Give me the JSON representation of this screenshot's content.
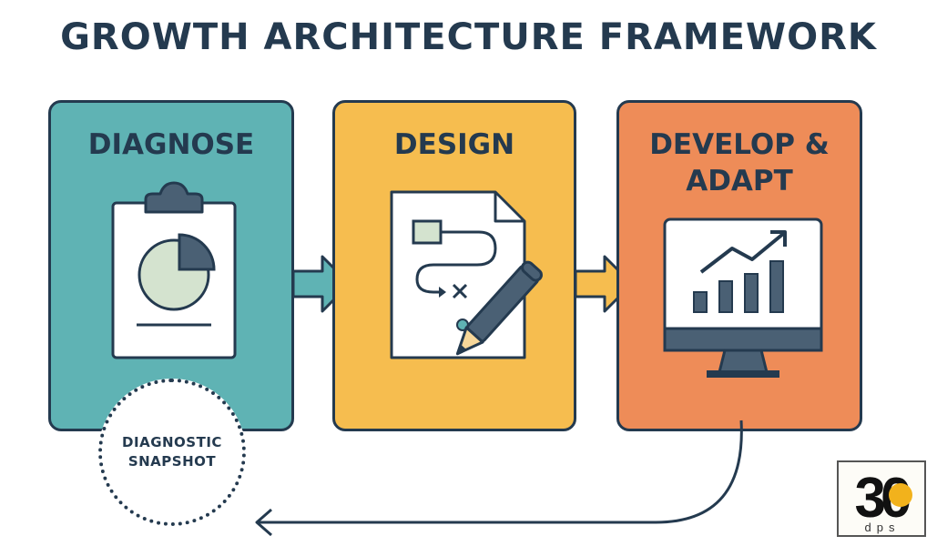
{
  "title": "GROWTH ARCHITECTURE FRAMEWORK",
  "steps": [
    {
      "label": "DIAGNOSE",
      "color": "#5fb3b4",
      "icon": "clipboard-pie-chart-icon"
    },
    {
      "label": "DESIGN",
      "color": "#f6bd4f",
      "icon": "document-pencil-icon"
    },
    {
      "label": "DEVELOP &\nADAPT",
      "color": "#ee8c58",
      "icon": "monitor-bar-chart-icon"
    }
  ],
  "snapshot": {
    "label": "DIAGNOSTIC\nSNAPSHOT"
  },
  "logo": {
    "number": "30",
    "text": "dps"
  },
  "colors": {
    "outline": "#243a4f",
    "arrow": "#f6bd4f",
    "arrow2": "#5fb3b4"
  }
}
